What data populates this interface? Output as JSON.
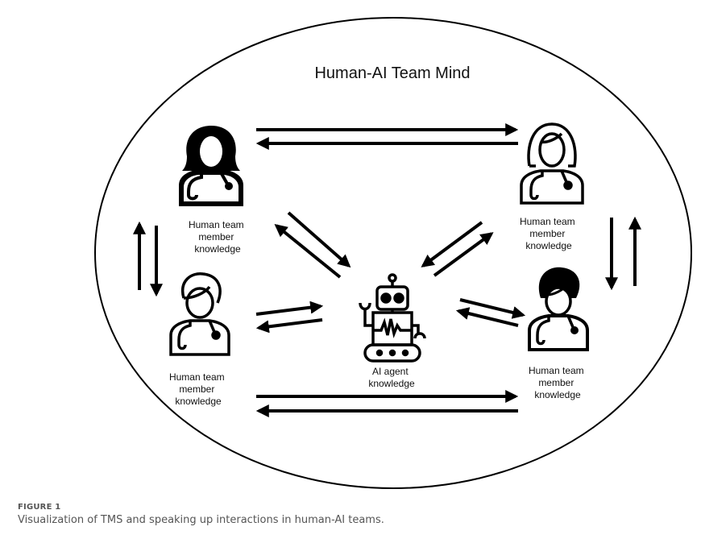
{
  "diagram": {
    "title": "Human-AI Team Mind",
    "nodes": [
      {
        "id": "human-top-left",
        "icon": "female-doctor-filled-icon",
        "label_lines": [
          "Human team",
          "member",
          "knowledge"
        ]
      },
      {
        "id": "human-top-right",
        "icon": "female-doctor-outline-icon",
        "label_lines": [
          "Human team",
          "member",
          "knowledge"
        ]
      },
      {
        "id": "human-bottom-left",
        "icon": "male-doctor-outline-icon",
        "label_lines": [
          "Human team",
          "member",
          "knowledge"
        ]
      },
      {
        "id": "human-bottom-right",
        "icon": "male-doctor-filled-icon",
        "label_lines": [
          "Human team",
          "member",
          "knowledge"
        ]
      },
      {
        "id": "ai-agent",
        "icon": "robot-icon",
        "label_lines": [
          "AI agent",
          "knowledge"
        ]
      }
    ],
    "connections": [
      {
        "from": "human-top-left",
        "to": "human-top-right",
        "bidirectional": true
      },
      {
        "from": "human-bottom-left",
        "to": "human-bottom-right",
        "bidirectional": true
      },
      {
        "from": "human-top-left",
        "to": "human-bottom-left",
        "bidirectional": true
      },
      {
        "from": "human-top-right",
        "to": "human-bottom-right",
        "bidirectional": true
      },
      {
        "from": "human-top-left",
        "to": "ai-agent",
        "bidirectional": true
      },
      {
        "from": "human-top-right",
        "to": "ai-agent",
        "bidirectional": true
      },
      {
        "from": "human-bottom-left",
        "to": "ai-agent",
        "bidirectional": true
      },
      {
        "from": "human-bottom-right",
        "to": "ai-agent",
        "bidirectional": true
      }
    ]
  },
  "caption": {
    "label": "FIGURE 1",
    "text": "Visualization of TMS and speaking up interactions in human-AI teams."
  }
}
